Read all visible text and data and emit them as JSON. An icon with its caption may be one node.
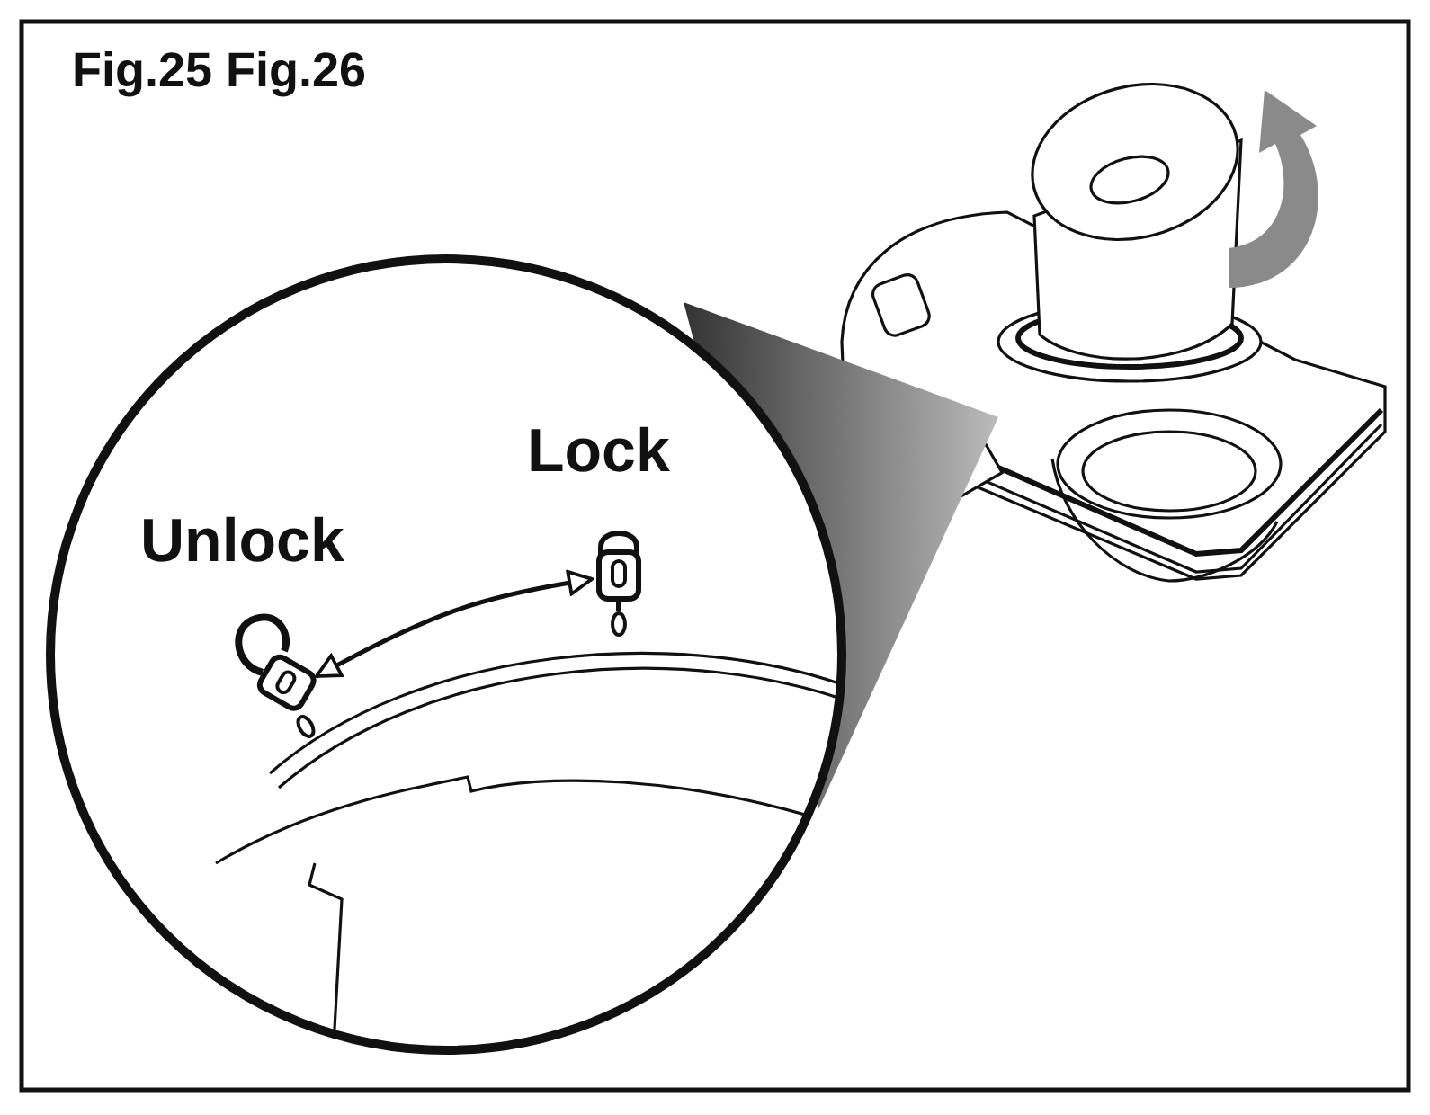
{
  "diagram": {
    "title": "Fig.25 Fig.26",
    "nodes": [
      {
        "text": [],
        "shape": "padlock",
        "beside": [
          "Unlock"
        ]
      },
      {
        "text": [],
        "shape": "padlock",
        "beside": [
          "Lock"
        ]
      }
    ],
    "edges": [
      {
        "from": 0,
        "to": 1,
        "arrow": "both"
      }
    ]
  }
}
